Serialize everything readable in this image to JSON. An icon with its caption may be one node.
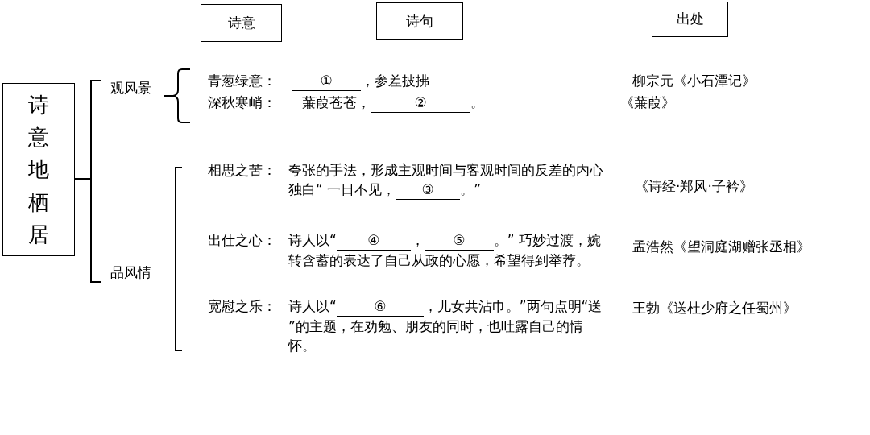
{
  "diagram": {
    "nodes": [
      {
        "text": [
          "诗意"
        ]
      },
      {
        "text": [
          "诗句"
        ]
      },
      {
        "text": [
          "出处"
        ]
      },
      {
        "text": [
          "诗意地栖居"
        ]
      }
    ],
    "labels": [
      "观风景",
      "青葱绿意：",
      "①",
      "，参差披拂",
      "柳宗元《小石潭记》",
      "深秋寒峭：",
      "蒹葭苍苍，",
      "②",
      "。",
      "《蒹葭》",
      "品风情",
      "相思之苦：",
      "夸张的手法，形成主观时间与客观时间的反差的内心独白“ 一日不见，",
      "③",
      "。”",
      "《诗经·郑风·子衿》",
      "出仕之心：",
      "诗人以“",
      "④",
      "，",
      "⑤",
      "。” 巧妙过渡，婉转含蓄的表达了自己从政的心愿，希望得到举荐。",
      "孟浩然《望洞庭湖赠张丞相》",
      "宽慰之乐：",
      "诗人以“",
      "⑥",
      "，儿女共沾巾。”两句点明“送 ”的主题，在劝勉、朋友的同时，也吐露自己的情怀。",
      "王勃《送杜少府之任蜀州》"
    ]
  }
}
